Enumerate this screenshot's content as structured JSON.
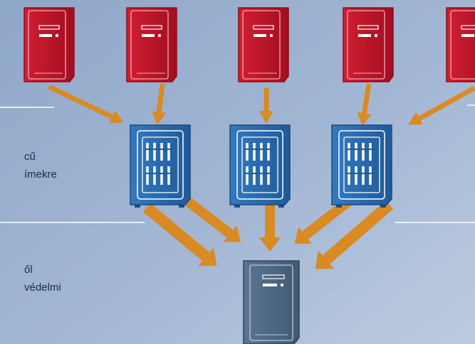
{
  "diagram": {
    "text_fragments": [
      "cű",
      "ímekre",
      "ől",
      "védelmi",
      "",
      ""
    ],
    "colors": {
      "background_top": "#8fa7c8",
      "background_bottom": "#b9c8df",
      "client_red": "#c8142a",
      "client_red_dark": "#8f0d1c",
      "storage_blue": "#2a6eb5",
      "storage_blue_dark": "#1a4a82",
      "server_slate": "#4f6a84",
      "arrow_orange": "#d98a22",
      "divider_white": "#ffffff"
    },
    "nodes": {
      "clients": [
        "red-tower-server-icon",
        "red-tower-server-icon",
        "red-tower-server-icon",
        "red-tower-server-icon",
        "red-tower-server-icon"
      ],
      "storage": [
        "blue-storage-cabinet-icon",
        "blue-storage-cabinet-icon",
        "blue-storage-cabinet-icon"
      ],
      "target": "slate-tower-server-icon"
    }
  }
}
